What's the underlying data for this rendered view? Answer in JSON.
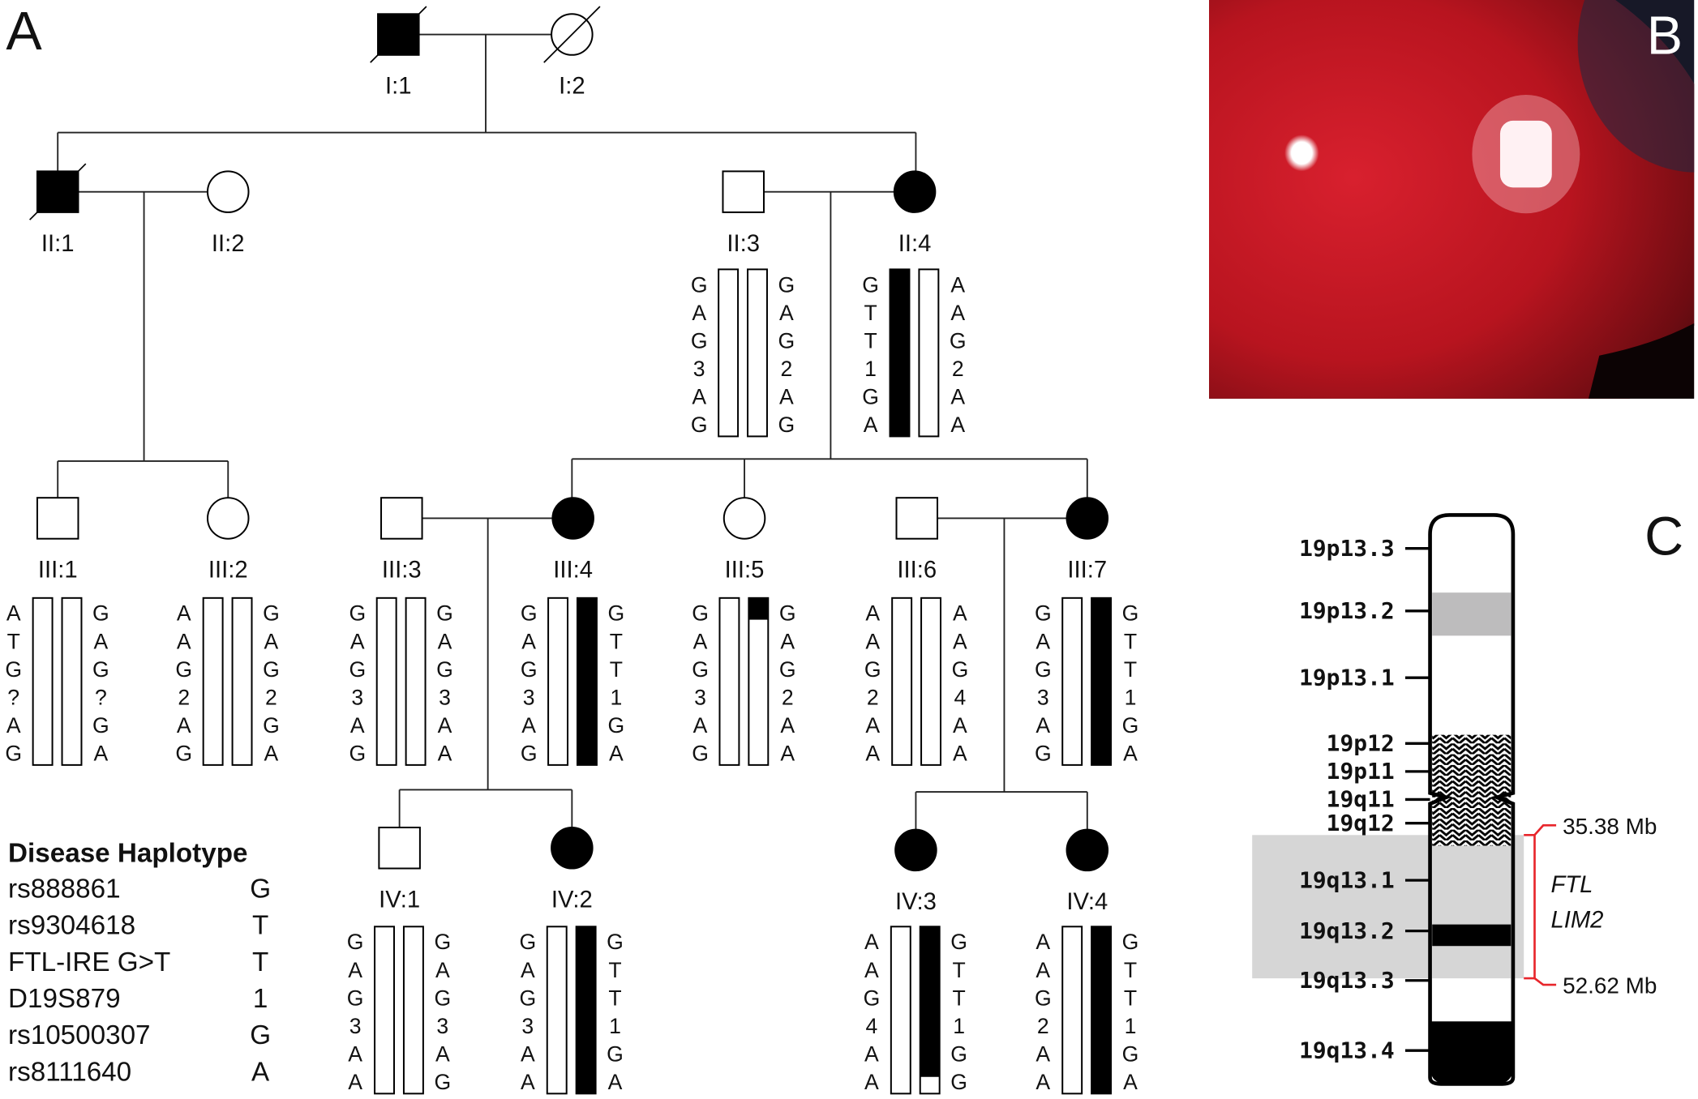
{
  "panels": {
    "a": "A",
    "b": "B",
    "c": "C"
  },
  "pedigree": {
    "individuals": [
      {
        "id": "I:1",
        "sex": "male",
        "affected": true,
        "deceased": true
      },
      {
        "id": "I:2",
        "sex": "female",
        "affected": false,
        "deceased": true
      },
      {
        "id": "II:1",
        "sex": "male",
        "affected": true,
        "deceased": true
      },
      {
        "id": "II:2",
        "sex": "female",
        "affected": false,
        "deceased": false
      },
      {
        "id": "II:3",
        "sex": "male",
        "affected": false,
        "deceased": false,
        "haplotype": {
          "left": [
            "G",
            "A",
            "G",
            "3",
            "A",
            "G"
          ],
          "right": [
            "G",
            "A",
            "G",
            "2",
            "A",
            "G"
          ],
          "left_fill": null,
          "right_fill": null
        }
      },
      {
        "id": "II:4",
        "sex": "female",
        "affected": true,
        "deceased": false,
        "haplotype": {
          "left": [
            "G",
            "T",
            "T",
            "1",
            "G",
            "A"
          ],
          "right": [
            "A",
            "A",
            "G",
            "2",
            "A",
            "A"
          ],
          "left_fill": [
            0,
            1
          ],
          "right_fill": null
        }
      },
      {
        "id": "III:1",
        "sex": "male",
        "affected": false,
        "deceased": false,
        "haplotype": {
          "left": [
            "A",
            "T",
            "G",
            "?",
            "A",
            "G"
          ],
          "right": [
            "G",
            "A",
            "G",
            "?",
            "G",
            "A"
          ],
          "left_fill": null,
          "right_fill": null
        }
      },
      {
        "id": "III:2",
        "sex": "female",
        "affected": false,
        "deceased": false,
        "haplotype": {
          "left": [
            "A",
            "A",
            "G",
            "2",
            "A",
            "G"
          ],
          "right": [
            "G",
            "A",
            "G",
            "2",
            "G",
            "A"
          ],
          "left_fill": null,
          "right_fill": null
        }
      },
      {
        "id": "III:3",
        "sex": "male",
        "affected": false,
        "deceased": false,
        "haplotype": {
          "left": [
            "G",
            "A",
            "G",
            "3",
            "A",
            "G"
          ],
          "right": [
            "G",
            "A",
            "G",
            "3",
            "A",
            "A"
          ],
          "left_fill": null,
          "right_fill": null
        }
      },
      {
        "id": "III:4",
        "sex": "female",
        "affected": true,
        "deceased": false,
        "haplotype": {
          "left": [
            "G",
            "A",
            "G",
            "3",
            "A",
            "G"
          ],
          "right": [
            "G",
            "T",
            "T",
            "1",
            "G",
            "A"
          ],
          "left_fill": null,
          "right_fill": [
            0,
            1
          ]
        }
      },
      {
        "id": "III:5",
        "sex": "female",
        "affected": false,
        "deceased": false,
        "haplotype": {
          "left": [
            "G",
            "A",
            "G",
            "3",
            "A",
            "G"
          ],
          "right": [
            "G",
            "A",
            "G",
            "2",
            "A",
            "A"
          ],
          "left_fill": null,
          "right_fill": [
            0,
            0.13
          ]
        }
      },
      {
        "id": "III:6",
        "sex": "male",
        "affected": false,
        "deceased": false,
        "haplotype": {
          "left": [
            "A",
            "A",
            "G",
            "2",
            "A",
            "A"
          ],
          "right": [
            "A",
            "A",
            "G",
            "4",
            "A",
            "A"
          ],
          "left_fill": null,
          "right_fill": null
        }
      },
      {
        "id": "III:7",
        "sex": "female",
        "affected": true,
        "deceased": false,
        "haplotype": {
          "left": [
            "G",
            "A",
            "G",
            "3",
            "A",
            "G"
          ],
          "right": [
            "G",
            "T",
            "T",
            "1",
            "G",
            "A"
          ],
          "left_fill": null,
          "right_fill": [
            0,
            1
          ]
        }
      },
      {
        "id": "IV:1",
        "sex": "male",
        "affected": false,
        "deceased": false,
        "haplotype": {
          "left": [
            "G",
            "A",
            "G",
            "3",
            "A",
            "A"
          ],
          "right": [
            "G",
            "A",
            "G",
            "3",
            "A",
            "G"
          ],
          "left_fill": null,
          "right_fill": null
        }
      },
      {
        "id": "IV:2",
        "sex": "female",
        "affected": true,
        "deceased": false,
        "haplotype": {
          "left": [
            "G",
            "A",
            "G",
            "3",
            "A",
            "A"
          ],
          "right": [
            "G",
            "T",
            "T",
            "1",
            "G",
            "A"
          ],
          "left_fill": null,
          "right_fill": [
            0,
            1
          ]
        }
      },
      {
        "id": "IV:3",
        "sex": "female",
        "affected": true,
        "deceased": false,
        "haplotype": {
          "left": [
            "A",
            "A",
            "G",
            "4",
            "A",
            "A"
          ],
          "right": [
            "G",
            "T",
            "T",
            "1",
            "G",
            "G"
          ],
          "left_fill": null,
          "right_fill": [
            0,
            0.9
          ]
        }
      },
      {
        "id": "IV:4",
        "sex": "female",
        "affected": true,
        "deceased": false,
        "haplotype": {
          "left": [
            "A",
            "A",
            "G",
            "2",
            "A",
            "A"
          ],
          "right": [
            "G",
            "T",
            "T",
            "1",
            "G",
            "A"
          ],
          "left_fill": null,
          "right_fill": [
            0,
            1
          ]
        }
      }
    ]
  },
  "legend": {
    "title": "Disease Haplotype",
    "rows": [
      {
        "marker": "rs888861",
        "allele": "G"
      },
      {
        "marker": "rs9304618",
        "allele": "T"
      },
      {
        "marker": "FTL-IRE G>T",
        "allele": "T"
      },
      {
        "marker": "D19S879",
        "allele": "1"
      },
      {
        "marker": "rs10500307",
        "allele": "G"
      },
      {
        "marker": "rs8111640",
        "allele": "A"
      }
    ]
  },
  "chromosome": {
    "bands": [
      "19p13.3",
      "19p13.2",
      "19p13.1",
      "19p12",
      "19p11",
      "19q11",
      "19q12",
      "19q13.1",
      "19q13.2",
      "19q13.3",
      "19q13.4"
    ],
    "region_start": "35.38 Mb",
    "region_end": "52.62 Mb",
    "genes": [
      "FTL",
      "LIM2"
    ],
    "highlight_color": "#d6d6d6",
    "bracket_color": "#e8262c"
  }
}
